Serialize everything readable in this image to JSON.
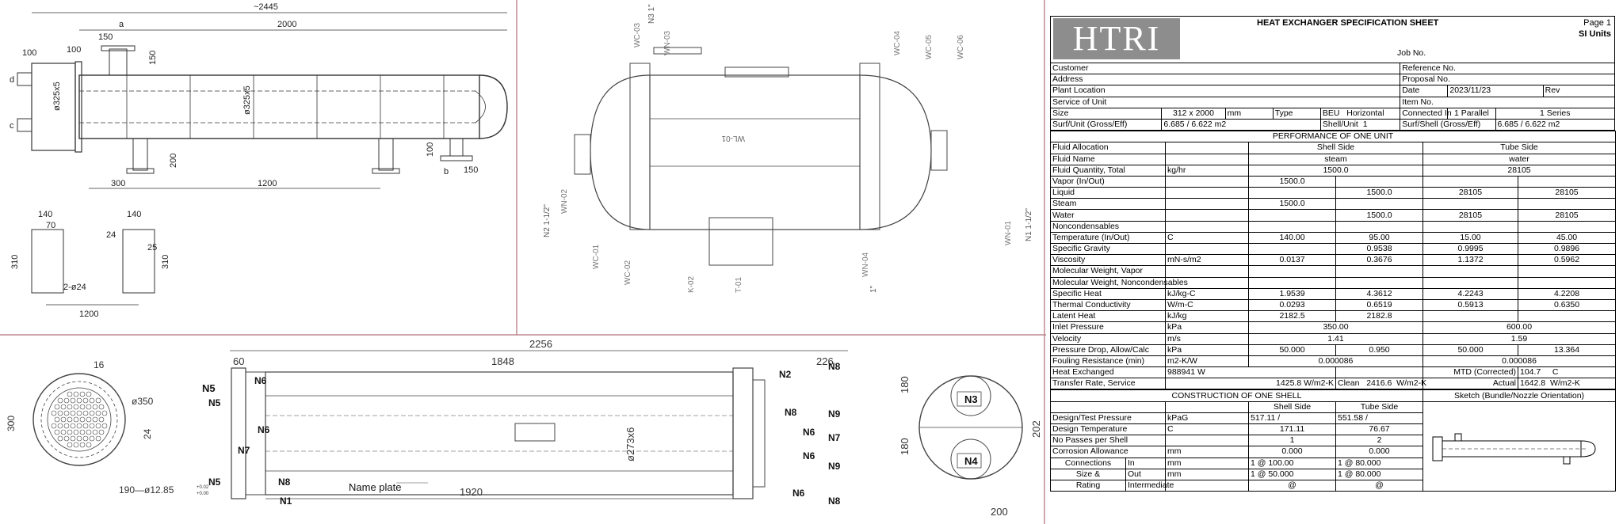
{
  "drawing1": {
    "overall": "~2445",
    "a": "a",
    "len2000": "2000",
    "d150": "150",
    "d100a": "100",
    "d100b": "100",
    "d150v": "150",
    "dia1": "ø325x5",
    "dia2": "ø325x5",
    "d200": "200",
    "d300": "300",
    "d1200": "1200",
    "d100c": "100",
    "b": "b",
    "d150b": "150",
    "c": "c",
    "d": "d",
    "s140a": "140",
    "s70": "70",
    "s140b": "140",
    "s24": "24",
    "s25": "25",
    "s310a": "310",
    "s310b": "310",
    "holes": "2-ø24",
    "s1200": "1200"
  },
  "drawing2": {
    "n3": "N3 1\"",
    "n2": "N2 1-1/2\"",
    "n1": "N1 1-1/2\"",
    "wl01": "WL-01",
    "tags": [
      "WC-03",
      "WN-03",
      "WC-04",
      "WC-05",
      "WC-06",
      "WN-02",
      "WC-01",
      "WC-02",
      "K-02",
      "T-01",
      "WN-04",
      "WN-01"
    ],
    "inch": "1\""
  },
  "drawing3": {
    "d16": "16",
    "d350": "ø350",
    "d300": "300",
    "d24": "24",
    "holes": "190—ø12.85",
    "tol1": "+0.02",
    "tol2": "+0.00"
  },
  "drawing4": {
    "d2256": "2256",
    "d60": "60",
    "d1848": "1848",
    "d226": "226",
    "d1920": "1920",
    "pipe": "ø273x6",
    "nameplate": "Name plate",
    "nozzles": [
      "N5",
      "N6",
      "N6",
      "N7",
      "N5",
      "N8",
      "N1",
      "N2",
      "N8",
      "N8",
      "N9",
      "N6",
      "N7",
      "N6",
      "N9",
      "N6",
      "N8"
    ]
  },
  "drawing5": {
    "n3": "N3",
    "n4": "N4",
    "d180a": "180",
    "d180b": "180",
    "d202": "202",
    "d200": "200"
  },
  "sheet": {
    "logo": "HTRI",
    "title": "HEAT EXCHANGER SPECIFICATION SHEET",
    "page": "Page 1",
    "units": "SI Units",
    "job": "Job No.",
    "customer": "Customer",
    "ref": "Reference No.",
    "address": "Address",
    "proposal": "Proposal No.",
    "plant": "Plant Location",
    "date_label": "Date",
    "date": "2023/11/23",
    "rev": "Rev",
    "service": "Service of Unit",
    "item": "Item No.",
    "size_label": "Size",
    "size": "312  x  2000",
    "size_unit": "mm",
    "type_label": "Type",
    "type": "BEU",
    "orient": "Horizontal",
    "conn_label": "Connected In",
    "conn_par": "1",
    "parallel": "Parallel",
    "conn_ser": "1",
    "series": "Series",
    "surf_unit_label": "Surf/Unit (Gross/Eff)",
    "surf_unit": "6.685    /    6.622   m2",
    "shell_unit_label": "Shell/Unit",
    "shell_unit": "1",
    "surf_shell_label": "Surf/Shell (Gross/Eff)",
    "surf_shell": "6.685    /    6.622   m2",
    "perf_title": "PERFORMANCE OF ONE UNIT",
    "shell_side": "Shell Side",
    "tube_side": "Tube Side",
    "rows": [
      [
        "Fluid Allocation",
        "",
        "",
        "",
        "",
        ""
      ],
      [
        "Fluid Name",
        "",
        "steam",
        "",
        "water",
        ""
      ],
      [
        "Fluid Quantity, Total",
        "kg/hr",
        "1500.0",
        "",
        "28105",
        ""
      ],
      [
        " Vapor (In/Out)",
        "",
        "1500.0",
        "",
        "",
        ""
      ],
      [
        " Liquid",
        "",
        "",
        "1500.0",
        "28105",
        "28105"
      ],
      [
        " Steam",
        "",
        "1500.0",
        "",
        "",
        ""
      ],
      [
        " Water",
        "",
        "",
        "1500.0",
        "28105",
        "28105"
      ],
      [
        " Noncondensables",
        "",
        "",
        "",
        "",
        ""
      ],
      [
        "Temperature (In/Out)",
        "C",
        "140.00",
        "95.00",
        "15.00",
        "45.00"
      ],
      [
        "Specific Gravity",
        "",
        "",
        "0.9538",
        "0.9995",
        "0.9896"
      ],
      [
        "Viscosity",
        "mN-s/m2",
        "0.0137",
        "0.3676",
        "1.1372",
        "0.5962"
      ],
      [
        "Molecular Weight, Vapor",
        "",
        "",
        "",
        "",
        ""
      ],
      [
        "Molecular Weight, Noncondensables",
        "",
        "",
        "",
        "",
        ""
      ],
      [
        "Specific Heat",
        "kJ/kg-C",
        "1.9539",
        "4.3612",
        "4.2243",
        "4.2208"
      ],
      [
        "Thermal Conductivity",
        "W/m-C",
        "0.0293",
        "0.6519",
        "0.5913",
        "0.6350"
      ],
      [
        "Latent Heat",
        "kJ/kg",
        "2182.5",
        "2182.8",
        "",
        ""
      ],
      [
        "Inlet Pressure",
        "kPa",
        "350.00",
        "",
        "600.00",
        ""
      ],
      [
        "Velocity",
        "m/s",
        "1.41",
        "",
        "1.59",
        ""
      ],
      [
        "Pressure Drop, Allow/Calc",
        "kPa",
        "50.000",
        "0.950",
        "50.000",
        "13.364"
      ],
      [
        "Fouling Resistance (min)",
        "m2-K/W",
        "0.000086",
        "",
        "0.000086",
        ""
      ]
    ],
    "heat_label": "Heat Exchanged",
    "heat": "988941  W",
    "mtd_label": "MTD (Corrected)",
    "mtd": "104.7",
    "mtd_unit": "C",
    "rate_label": "Transfer Rate, Service",
    "rate": "1425.8  W/m2-K",
    "clean_label": "Clean",
    "clean": "2416.6",
    "clean_unit": "W/m2-K",
    "actual_label": "Actual",
    "actual": "1642.8",
    "actual_unit": "W/m2-K",
    "cons_title": "CONSTRUCTION OF ONE SHELL",
    "sketch_title": "Sketch (Bundle/Nozzle Orientation)",
    "cons_rows": [
      [
        "Design/Test Pressure",
        "kPaG",
        "517.11   /",
        "551.58   /"
      ],
      [
        "Design Temperature",
        "C",
        "171.11",
        "76.67"
      ],
      [
        "No Passes per Shell",
        "",
        "1",
        "2"
      ],
      [
        "Corrosion Allowance",
        "mm",
        "0.000",
        "0.000"
      ]
    ],
    "connections": "Connections",
    "size_rating": "Size &",
    "rating": "Rating",
    "in": "In",
    "out": "Out",
    "intermediate": "Intermediate",
    "conn_in": [
      "1   @   100.00",
      "1   @   80.000"
    ],
    "conn_out": [
      "1   @   50.000",
      "1   @   80.000"
    ],
    "conn_int": [
      "@",
      "@"
    ]
  }
}
